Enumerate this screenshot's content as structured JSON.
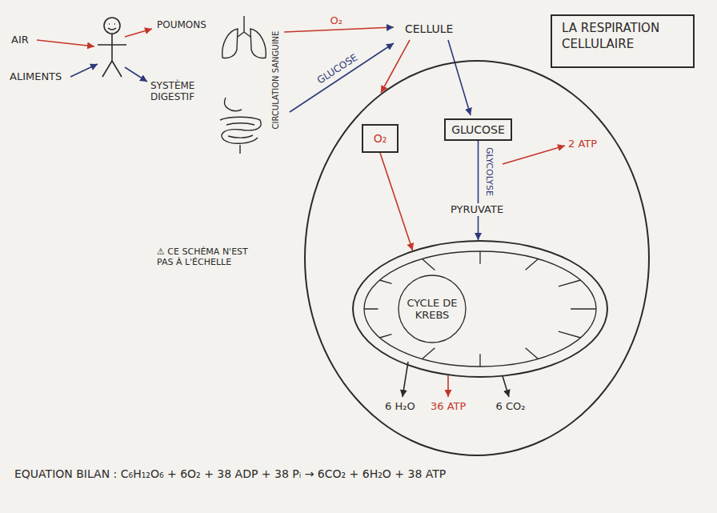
{
  "diagram": {
    "title": "LA RESPIRATION CELLULAIRE",
    "nodes": [
      {
        "text": [
          "CELLULE"
        ]
      },
      {
        "text": [
          "O₂"
        ],
        "in": 0
      },
      {
        "text": [
          "GLUCOSE"
        ],
        "in": 0
      },
      {
        "text": [
          "CYCLE DE KREBS"
        ],
        "in": 0
      }
    ],
    "edges": [
      {
        "from": 1,
        "to": 3,
        "arrow": "to"
      },
      {
        "from": 2,
        "to": 3,
        "label": "GLYCOLYSE",
        "arrow": "to"
      }
    ],
    "labels": [
      "AIR",
      "ALIMENTS",
      "POUMONS",
      "SYSTÈME DIGESTIF",
      "CIRCULATION SANGUINE",
      "O₂",
      "GLUCOSE",
      "PYRUVATE",
      "2 ATP",
      "6 H₂O",
      "36 ATP",
      "6 CO₂",
      "⚠ CE SCHÉMA N'EST PAS À L'ÉCHELLE",
      "EQUATION BILAN : C₆H₁₂O₆ + 6O₂ + 38 ADP + 38 Pᵢ → 6CO₂ + 6H₂O + 38 ATP"
    ]
  }
}
